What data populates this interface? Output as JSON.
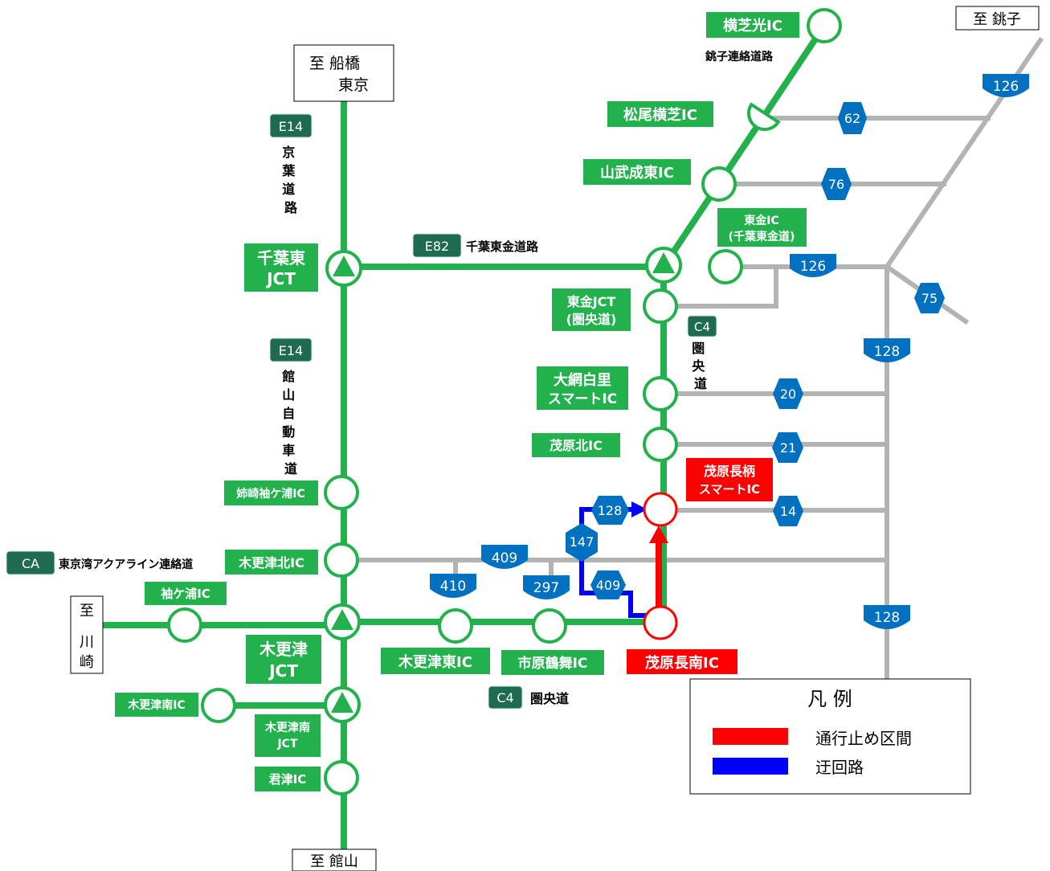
{
  "colors": {
    "expressway": "#22b14c",
    "label_bg": "#22b14c",
    "route_sign": "#0070c0",
    "national_road_lines": "#b3b3b3",
    "closure": "#ff0000",
    "detour": "#0000ff",
    "expressway_code_bg": "#1e6b52"
  },
  "destinations": {
    "funabashi": [
      "至 船橋",
      "東京"
    ],
    "choshi": "至 銚子",
    "kawasaki": [
      "至",
      "川",
      "崎"
    ],
    "tateyama": "至 館山"
  },
  "expressway_codes": {
    "e14_top": "E14",
    "e14_bottom": "E14",
    "e82": "E82",
    "c4_right": "C4",
    "c4_bottom": "C4",
    "ca": "CA"
  },
  "road_names": {
    "keiyo": [
      "京",
      "葉",
      "道",
      "路"
    ],
    "tateyama_expwy": [
      "館",
      "山",
      "自",
      "動",
      "車",
      "道"
    ],
    "chiba_togane": "千葉東金道路",
    "choshi_link": "銚子連絡道路",
    "ken_o_right": [
      "圏",
      "央",
      "道"
    ],
    "ken_o_bottom": "圏央道",
    "aqualine": "東京湾アクアライン連絡道"
  },
  "interchanges": {
    "yokoshibahikari": "横芝光IC",
    "matsuo_yokoshiba": "松尾横芝IC",
    "sanbu_naruto": "山武成東IC",
    "togane": [
      "東金IC",
      "(千葉東金道)"
    ],
    "chiba_higashi": [
      "千葉東",
      "JCT"
    ],
    "togane_jct": [
      "東金JCT",
      "(圏央道)"
    ],
    "oamishirasato": [
      "大網白里",
      "スマートIC"
    ],
    "mobara_kita": "茂原北IC",
    "mobara_nagara": [
      "茂原長柄",
      "スマートIC"
    ],
    "anesaki_sodegaura": "姉崎袖ケ浦IC",
    "kisarazu_kita": "木更津北IC",
    "sodegaura": "袖ケ浦IC",
    "kisarazu_jct": [
      "木更津",
      "JCT"
    ],
    "kisarazu_higashi": "木更津東IC",
    "ichihara_tsurumai": "市原鶴舞IC",
    "mobara_minami": "茂原長南IC",
    "kisarazu_minami": "木更津南IC",
    "kisarazu_minami_jct": [
      "木更津南",
      "JCT"
    ],
    "kimitsu": "君津IC"
  },
  "route_signs": {
    "r126_top": "126",
    "r62": "62",
    "r76": "76",
    "r126_mid": "126",
    "r75": "75",
    "r128_upper": "128",
    "r20": "20",
    "r21": "21",
    "r14": "14",
    "r128_detour": "128",
    "r147": "147",
    "r409_gray": "409",
    "r409_blue": "409",
    "r410": "410",
    "r297": "297",
    "r128_lower": "128"
  },
  "legend": {
    "title": "凡 例",
    "closure_label": "通行止め区間",
    "detour_label": "迂回路"
  }
}
